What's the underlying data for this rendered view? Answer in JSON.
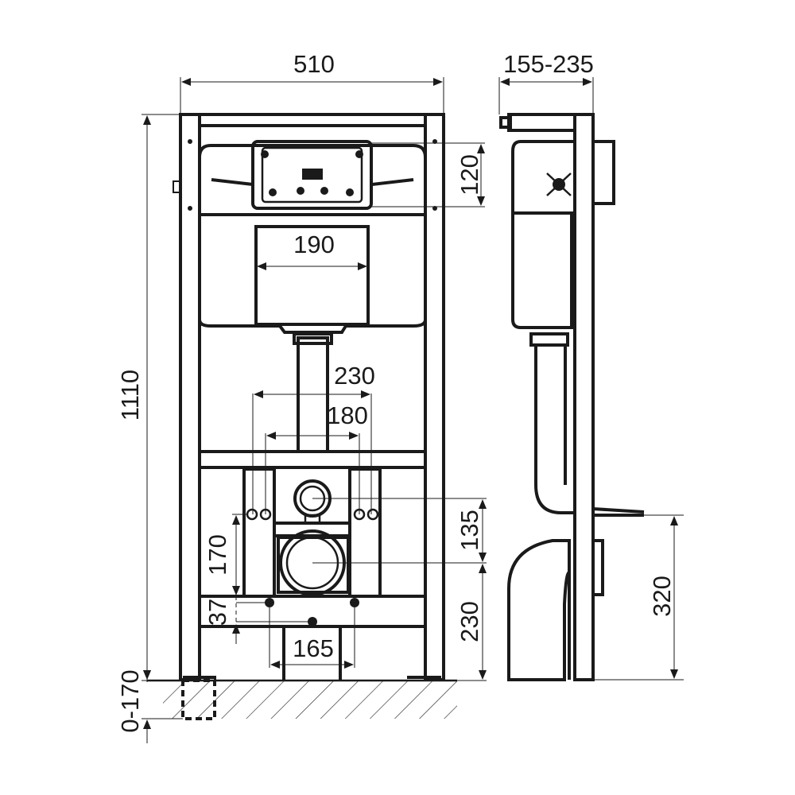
{
  "drawing": {
    "title": "Wall-hung WC installation frame dimensions",
    "dimensions": {
      "frame_width": "510",
      "depth_range": "155-235",
      "frame_height": "1110",
      "panel_height": "120",
      "panel_width": "190",
      "outer_spacing": "230",
      "inner_spacing": "180",
      "inlet_to_outlet": "135",
      "outlet_height_offset": "170",
      "bolt_offset": "37",
      "outlet_height": "230",
      "bolt_spacing": "165",
      "side_outlet_height": "320",
      "leg_adjust": "0-170"
    },
    "colors": {
      "line": "#1a1a1a",
      "background": "#ffffff"
    }
  }
}
